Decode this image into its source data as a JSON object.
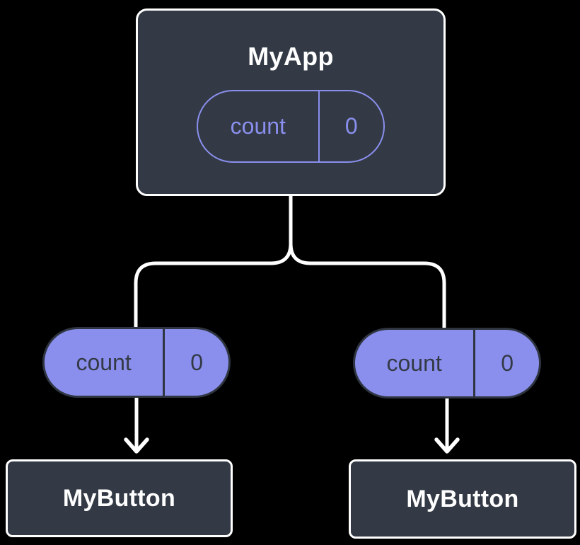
{
  "diagram": {
    "root": {
      "title": "MyApp",
      "state": {
        "name": "count",
        "value": "0"
      }
    },
    "children": [
      {
        "title": "MyButton",
        "state": {
          "name": "count",
          "value": "0"
        }
      },
      {
        "title": "MyButton",
        "state": {
          "name": "count",
          "value": "0"
        }
      }
    ],
    "colors": {
      "background": "#000000",
      "node_fill": "#333a45",
      "node_border": "#ffffff",
      "node_text": "#ffffff",
      "accent_purple": "#8a8fee",
      "pill_dark_border": "#2f3540",
      "pill_dark_text": "#333a45",
      "connector": "#ffffff"
    }
  }
}
